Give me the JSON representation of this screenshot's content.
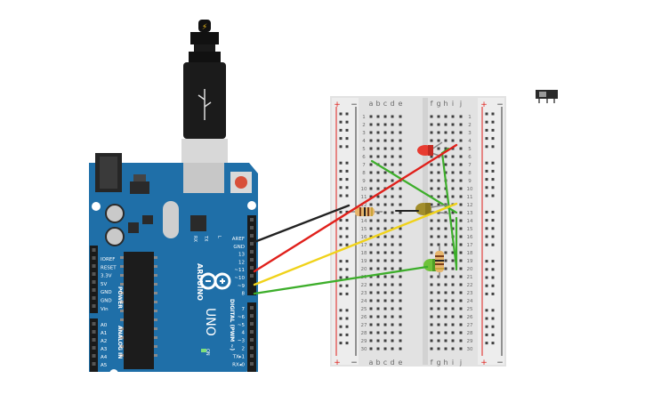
{
  "arduino": {
    "brand": "ARDUINO",
    "model": "UNO",
    "power_header": [
      "IOREF",
      "RESET",
      "3.3V",
      "5V",
      "GND",
      "GND",
      "Vin"
    ],
    "power_title": "POWER",
    "analog_header": [
      "A0",
      "A1",
      "A2",
      "A3",
      "A4",
      "A5"
    ],
    "analog_title": "ANALOG IN",
    "digital_top": [
      "AREF",
      "GND",
      "13",
      "12",
      "~11",
      "~10",
      "~9",
      "8"
    ],
    "digital_bottom": [
      "7",
      "~6",
      "~5",
      "4",
      "~3",
      "2",
      "TX▸1",
      "RX◂0"
    ],
    "digital_title": "DIGITAL (PWM ~)",
    "tx_label": "TX",
    "rx_label": "RX",
    "l_label": "L",
    "on_label": "ON"
  },
  "breadboard": {
    "columns_left": [
      "a",
      "b",
      "c",
      "d",
      "e"
    ],
    "columns_right": [
      "f",
      "g",
      "h",
      "i",
      "j"
    ],
    "rows": [
      "1",
      "2",
      "3",
      "4",
      "5",
      "6",
      "7",
      "8",
      "9",
      "10",
      "11",
      "12",
      "13",
      "14",
      "15",
      "16",
      "17",
      "18",
      "19",
      "20",
      "21",
      "22",
      "23",
      "24",
      "25",
      "26",
      "27",
      "28",
      "29",
      "30"
    ],
    "plus": "+",
    "minus": "−"
  },
  "colors": {
    "board": "#1f6fa8",
    "wire_black": "#222222",
    "wire_red": "#e0201b",
    "wire_yellow": "#f0d21a",
    "wire_green": "#3dae2b"
  },
  "icons": {
    "usb": "usb-cable-icon",
    "slide_switch": "slide-switch-icon",
    "led": "led-icon",
    "resistor": "resistor-icon"
  }
}
